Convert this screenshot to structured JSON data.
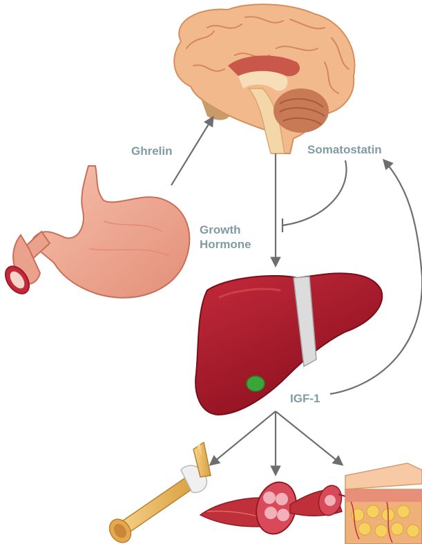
{
  "labels": {
    "ghrelin": "Ghrelin",
    "somatostatin": "Somatostatin",
    "growth_hormone_line1": "Growth",
    "growth_hormone_line2": "Hormone",
    "igf1": "IGF-1"
  },
  "colors": {
    "label_text": "#7f9ba3",
    "arrow": "#6e6e6e",
    "brain": "#f2b98c",
    "stomach": "#eba08a",
    "liver": "#a8182a",
    "gallbladder": "#3aa63a",
    "bone": "#e8b256",
    "muscle": "#c0303a",
    "skin": "#f0b07a"
  },
  "icons": [
    "brain-illustration",
    "stomach-illustration",
    "liver-illustration",
    "bone-illustration",
    "muscle-illustration",
    "skin-tissue-illustration"
  ]
}
